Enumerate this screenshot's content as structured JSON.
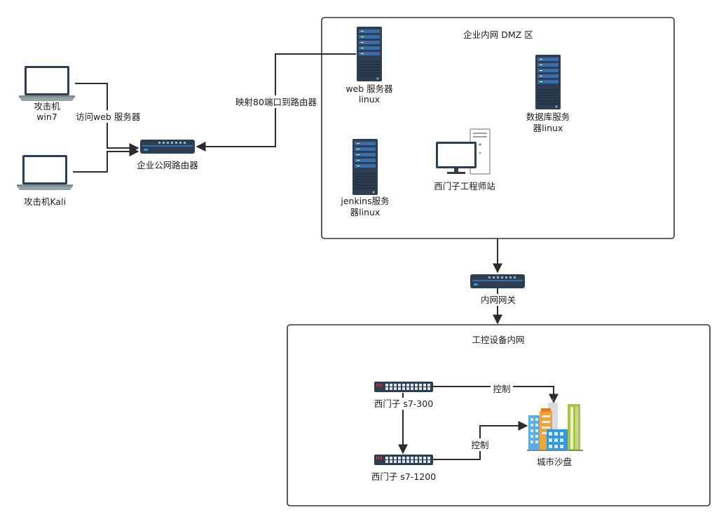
{
  "zones": {
    "dmz": "企业内网 DMZ 区",
    "ics": "工控设备内网"
  },
  "nodes": {
    "attacker_win7": [
      "攻击机",
      "win7"
    ],
    "attacker_kali": [
      "攻击机Kali"
    ],
    "corp_router": [
      "企业公网路由器"
    ],
    "web_server": [
      "web 服务器",
      "linux"
    ],
    "db_server": [
      "数据库服务",
      "器linux"
    ],
    "jenkins_server": [
      "jenkins服务",
      "器linux"
    ],
    "workstation": [
      "西门子工程师站"
    ],
    "gateway": [
      "内网网关"
    ],
    "plc_300": [
      "西门子 s7-300"
    ],
    "plc_1200": [
      "西门子 s7-1200"
    ],
    "sandbox": [
      "城市沙盘"
    ]
  },
  "edge_labels": {
    "win7_to_router": "访问web 服务器",
    "port_mapping": "映射80端口到路由器",
    "s7300_control": "控制",
    "s71200_control": "控制"
  },
  "colors": {
    "device_dark": "#2c3e50",
    "device_blue": "#3a6ea5",
    "screen_blue": "#4a90c8",
    "plc_led": "#c0392b"
  }
}
